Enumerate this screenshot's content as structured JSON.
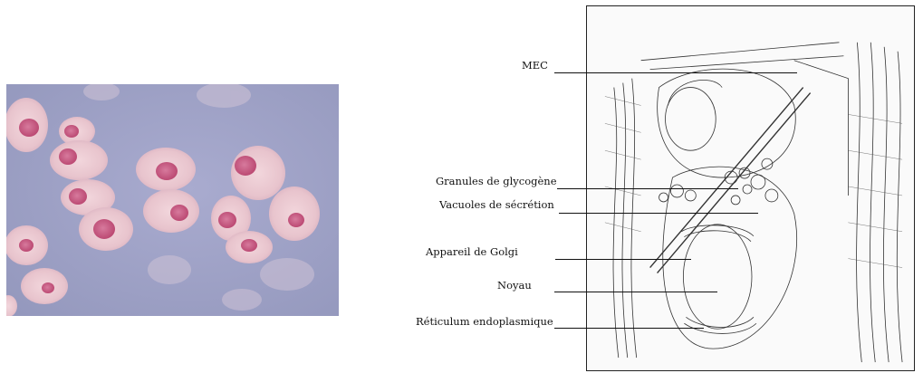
{
  "labels": {
    "mec": "MEC",
    "glycogen": "Granules de glycogène",
    "vacuoles": "Vacuoles de sécrétion",
    "golgi": "Appareil de Golgi",
    "nucleus": "Noyau",
    "er": "Réticulum endoplasmique"
  },
  "colors": {
    "micrograph_bg": "#a2a6c8",
    "lacuna": "#e8c8cf",
    "nucleus": "#c85c83",
    "ink": "#111111"
  }
}
